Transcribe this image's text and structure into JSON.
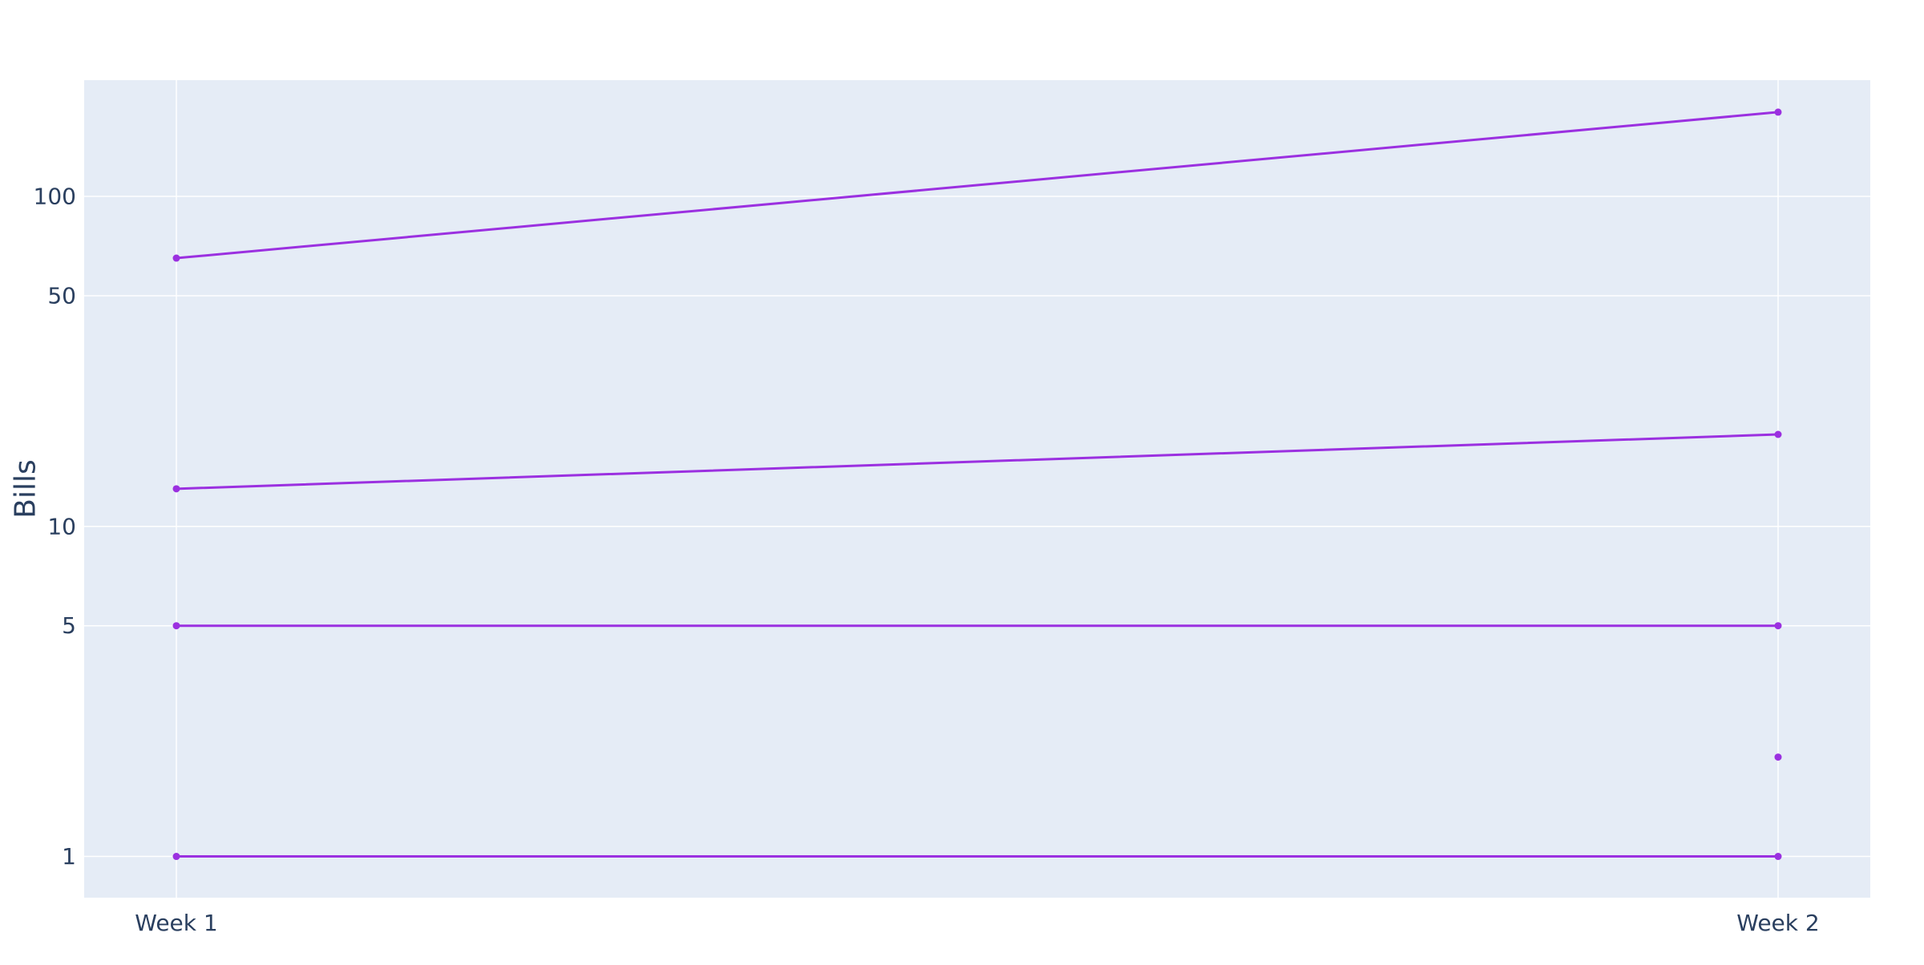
{
  "chart_data": {
    "type": "line",
    "title": "",
    "xlabel": "",
    "ylabel": "Bills",
    "y_scale": "log",
    "ylim": [
      0.75,
      225
    ],
    "categories": [
      "Week 1",
      "Week 2"
    ],
    "y_ticks": [
      {
        "value": 1,
        "label": "1"
      },
      {
        "value": 5,
        "label": "5"
      },
      {
        "value": 10,
        "label": "10"
      },
      {
        "value": 50,
        "label": "50"
      },
      {
        "value": 100,
        "label": "100"
      }
    ],
    "grid": true,
    "legend": "none",
    "series": [
      {
        "values": [
          65,
          180
        ]
      },
      {
        "values": [
          13,
          19
        ]
      },
      {
        "values": [
          5,
          5
        ]
      },
      {
        "values": [
          null,
          2
        ]
      },
      {
        "values": [
          1,
          1
        ]
      }
    ],
    "colors": {
      "line": "#9b30e0",
      "plot_background": "#e5ecf6",
      "gridline": "#ffffff",
      "text": "#2a3f5f"
    }
  }
}
